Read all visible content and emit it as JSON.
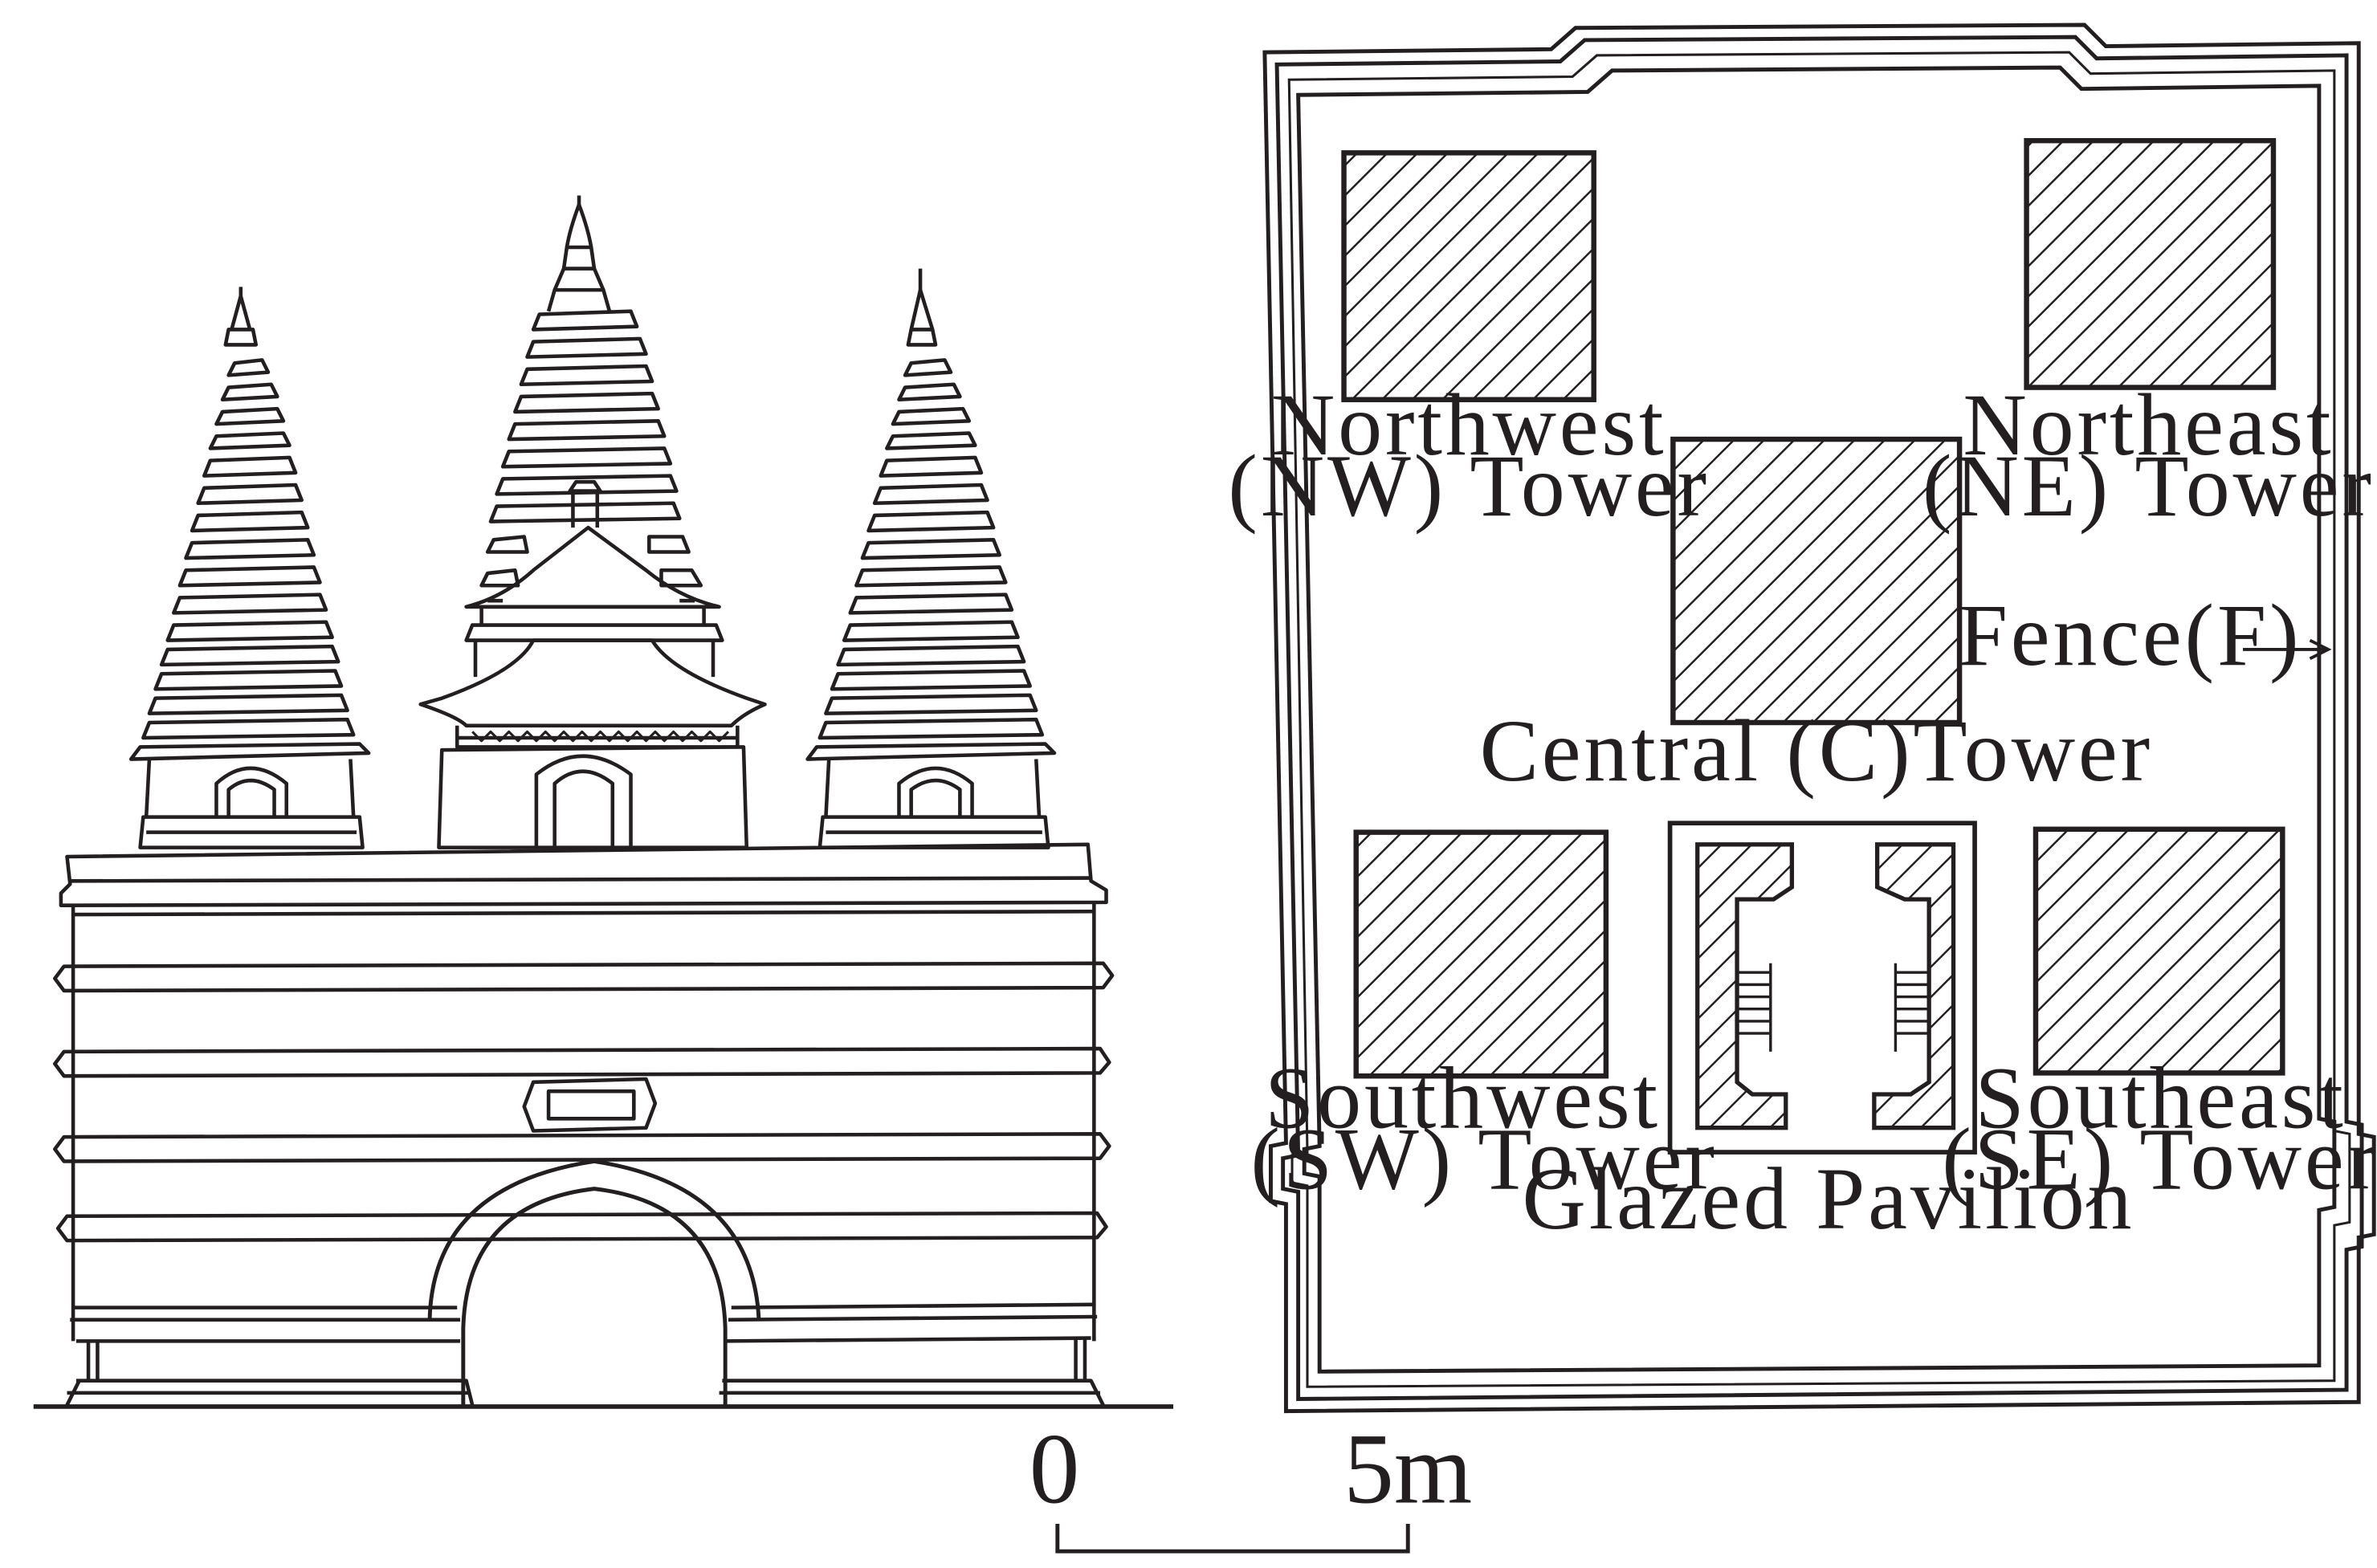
{
  "elevation": {
    "description_shown": false
  },
  "plan": {
    "labels": {
      "nw_line1": "Northwest",
      "nw_line2": "(NW) Tower",
      "ne_line1": "Northeast",
      "ne_line2": "(NE) Tower",
      "central": "Central (C)Tower",
      "fence": "Fence(F)",
      "sw_line1": "Southwest",
      "sw_line2": "(SW) Tower",
      "se_line1": "Southeast",
      "se_line2": "(SE) Tower",
      "pavilion": "Glazed Pavilion"
    }
  },
  "scale_bar": {
    "start_label": "0",
    "end_label": "5m"
  },
  "colors": {
    "ink": "#231f20",
    "background": "#ffffff"
  }
}
